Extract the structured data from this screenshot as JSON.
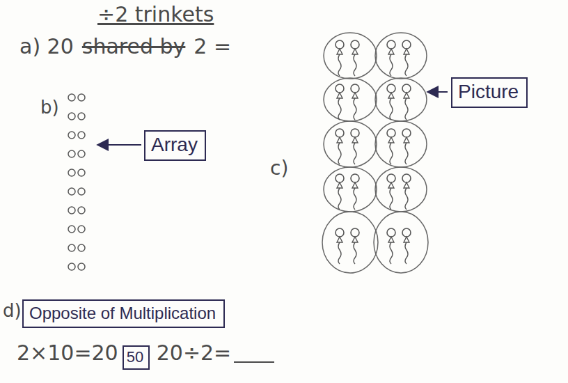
{
  "diagram": {
    "nodes": [
      {
        "text": [
          "Array"
        ]
      },
      {
        "text": [
          "Picture"
        ]
      },
      {
        "text": [
          "Opposite of Multiplication"
        ]
      },
      {
        "text": [
          "50"
        ]
      }
    ],
    "labels": [
      "÷2 trinkets",
      "a) 20",
      "shared by",
      "2 =",
      "b)",
      "c)",
      "d)",
      "2×10=20",
      "20÷2="
    ]
  }
}
